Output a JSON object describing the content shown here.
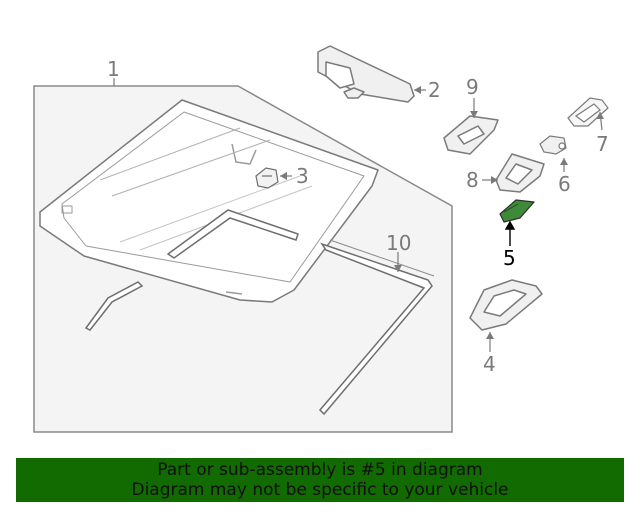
{
  "callouts": {
    "part_1": "1",
    "part_2": "2",
    "part_3": "3",
    "part_4": "4",
    "part_5": "5",
    "part_6": "6",
    "part_7": "7",
    "part_8": "8",
    "part_9": "9",
    "part_10": "10"
  },
  "highlighted_part": "5",
  "colors": {
    "banner_background": "#116b00",
    "highlight_fill": "#3f8a3a",
    "line_art": "#8a8a8a"
  },
  "banner": {
    "line1": "Part or sub-assembly is #5 in diagram",
    "line2": "Diagram may not be specific to your vehicle"
  }
}
